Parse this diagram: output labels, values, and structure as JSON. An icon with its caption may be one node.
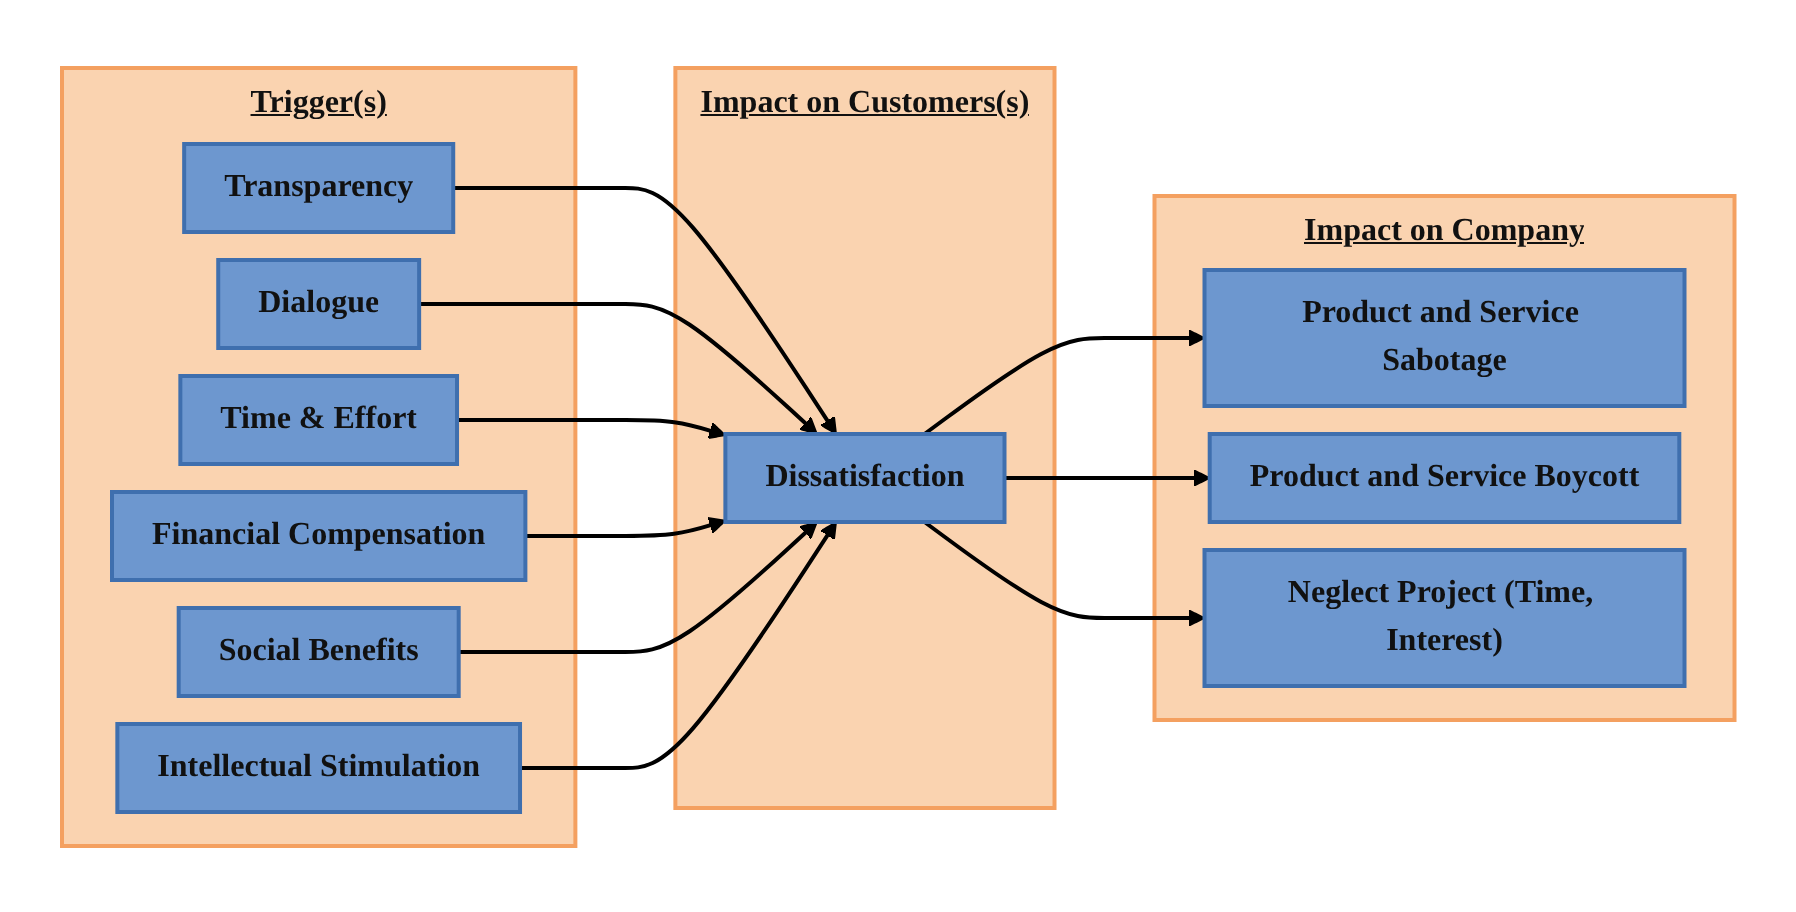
{
  "diagram": {
    "nodes": [
      {
        "text": [
          "Trigger(s)"
        ]
      },
      {
        "text": [
          "Transparency"
        ],
        "in": 0
      },
      {
        "text": [
          "Dialogue"
        ],
        "in": 0
      },
      {
        "text": [
          "Time & Effort"
        ],
        "in": 0
      },
      {
        "text": [
          "Financial Compensation"
        ],
        "in": 0
      },
      {
        "text": [
          "Social Benefits"
        ],
        "in": 0
      },
      {
        "text": [
          "Intellectual Stimulation"
        ],
        "in": 0
      },
      {
        "text": [
          "Impact on Customers(s)"
        ]
      },
      {
        "text": [
          "Dissatisfaction"
        ],
        "in": 7
      },
      {
        "text": [
          "Impact on Company"
        ]
      },
      {
        "text": [
          "Product and Service Sabotage"
        ],
        "in": 9
      },
      {
        "text": [
          "Product and Service Boycott"
        ],
        "in": 9
      },
      {
        "text": [
          "Neglect Project (Time, Interest)"
        ],
        "in": 9
      }
    ],
    "edges": [
      {
        "from": 1,
        "to": 8,
        "arrow": "to"
      },
      {
        "from": 2,
        "to": 8,
        "arrow": "to"
      },
      {
        "from": 3,
        "to": 8,
        "arrow": "to"
      },
      {
        "from": 4,
        "to": 8,
        "arrow": "to"
      },
      {
        "from": 5,
        "to": 8,
        "arrow": "to"
      },
      {
        "from": 6,
        "to": 8,
        "arrow": "to"
      },
      {
        "from": 8,
        "to": 10,
        "arrow": "to"
      },
      {
        "from": 8,
        "to": 11,
        "arrow": "to"
      },
      {
        "from": 8,
        "to": 12,
        "arrow": "to"
      }
    ]
  }
}
